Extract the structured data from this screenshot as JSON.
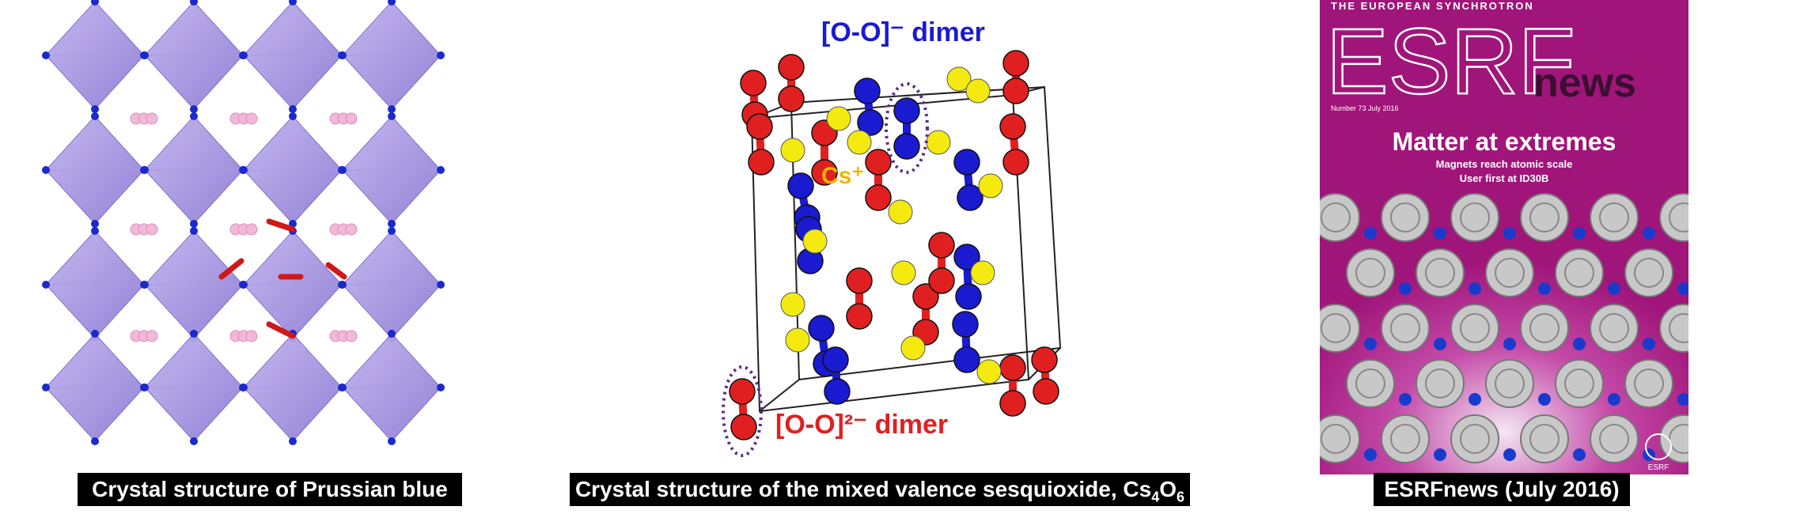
{
  "panels": {
    "prussian_blue": {
      "caption": "Crystal structure of Prussian blue"
    },
    "sesquioxide": {
      "caption_main": "Crystal structure of the mixed valence sesquioxide, Cs",
      "caption_sub1": "4",
      "caption_mid": "O",
      "caption_sub2": "6",
      "label_top": "[O-O]⁻ dimer",
      "label_bottom": "[O-O]²⁻ dimer",
      "label_cs": "Cs⁺",
      "colors": {
        "oxygen_red": "#e02020",
        "oxygen_blue": "#1a1ad0",
        "cesium": "#ffee00"
      }
    },
    "esrf": {
      "caption": "ESRFnews (July 2016)",
      "top_line": "THE EUROPEAN SYNCHROTRON",
      "logo_main": "ESRF",
      "logo_news": "news",
      "issue": "Number 73 July 2016",
      "headline": "Matter at extremes",
      "sub1": "Magnets reach atomic scale",
      "sub2": "User first at ID30B",
      "footer_logo": "ESRF",
      "colors": {
        "background": "#a0157a"
      }
    }
  }
}
